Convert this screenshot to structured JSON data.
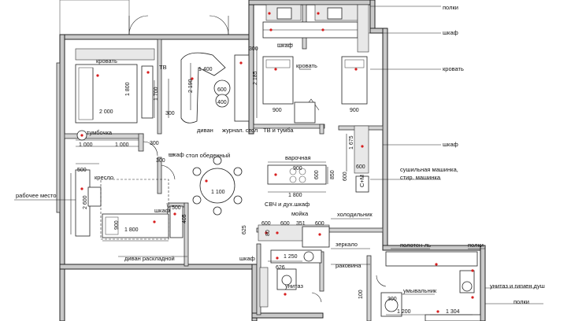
{
  "labels": {
    "polki_top": "полки",
    "shkaf_top": "шкаф",
    "shkaf_child": "шкаф",
    "krovat_child1": "кровать",
    "krovat_child2": "кровать",
    "krovat_master": "кровать",
    "tv": "ТВ",
    "tumbochka": "тумбочка",
    "divan": "диван",
    "zhurn_stol": "журнал. стол",
    "tv_i_tumba": "ТВ и тумба",
    "shkaf_right": "шкаф",
    "shkaf_mid": "шкаф",
    "stol_obedenny": "стол обеденный",
    "varochnaya": "варочная",
    "sushilnaya": "сушильная машинка,",
    "stir_mashinka": "стир. машинка",
    "sm": "С+М",
    "kreslo": "кресло",
    "rabochee_mesto": "рабочее место",
    "shkaf_living": "шкаф",
    "svch": "СВЧ и дух.шкаф",
    "moyka": "мойка",
    "holodilnik": "холодильник",
    "divan_raskladnoy": "диван раскладной",
    "shkaf_kitchen": "шкаф",
    "zerkalo": "зеркало",
    "polotence": "полотен-ль",
    "polki_bath": "полки",
    "rakovina": "раковина",
    "unitaz": "унитаз",
    "unitaz_dush": "унитаз и гигиен душ",
    "umyvalnik": "умывальник",
    "polki_bottom": "полки"
  },
  "dims": {
    "d1400": "1 400",
    "d600a": "600",
    "d400": "400",
    "d2190": "2 190",
    "d300a": "300",
    "d2185": "2 185",
    "d900a": "900",
    "d900b": "900",
    "d1800a": "1 800",
    "d2000a": "2 000",
    "d1700": "1 700",
    "d1000a": "1 000",
    "d1000b": "1 000",
    "d300b": "300",
    "d300c": "300",
    "d300d": "300",
    "d500a": "500",
    "d2600": "2 600",
    "d1100": "1 100",
    "d900c": "900",
    "d600b": "600",
    "d850": "850",
    "d1800b": "1 800",
    "d600c": "600",
    "d1675": "1 675",
    "d600d": "600",
    "d500b": "500",
    "d405": "405",
    "d625": "625",
    "d900d": "900",
    "d1800c": "1 800",
    "d600e": "600",
    "d600f": "600",
    "d351": "351",
    "d600g": "600",
    "d80": "80",
    "d1250": "1 250",
    "d626": "626",
    "d100": "100",
    "d1200": "1 200",
    "d1304": "1 304",
    "d300e": "300"
  }
}
